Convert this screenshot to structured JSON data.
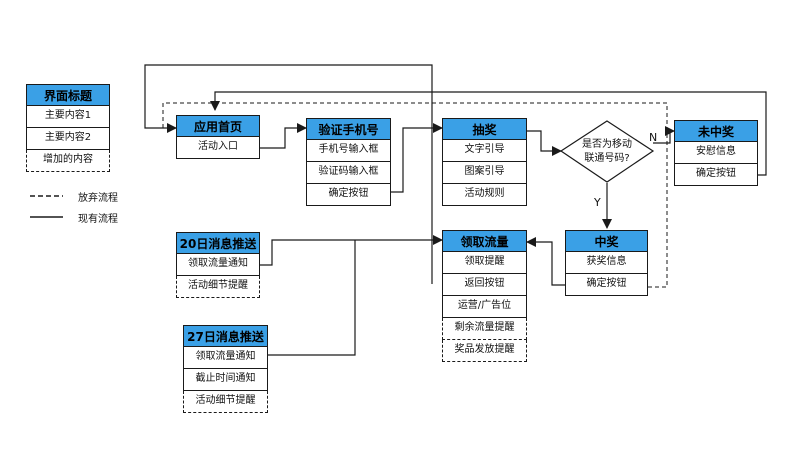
{
  "legend_box": {
    "title": "界面标题",
    "rows": [
      "主要内容1",
      "主要内容2"
    ],
    "added": "增加的内容"
  },
  "legend": {
    "dashed": "放弃流程",
    "solid": "现有流程"
  },
  "home": {
    "title": "应用首页",
    "rows": [
      "活动入口"
    ]
  },
  "verify": {
    "title": "验证手机号",
    "rows": [
      "手机号输入框",
      "验证码输入框",
      "确定按钮"
    ]
  },
  "lottery": {
    "title": "抽奖",
    "rows": [
      "文字引导",
      "图案引导",
      "活动规则"
    ]
  },
  "decision": {
    "line1": "是否为移动",
    "line2": "联通号码?",
    "yes": "Y",
    "no": "N"
  },
  "lose": {
    "title": "未中奖",
    "rows": [
      "安慰信息",
      "确定按钮"
    ]
  },
  "win": {
    "title": "中奖",
    "rows": [
      "获奖信息",
      "确定按钮"
    ]
  },
  "claim": {
    "title": "领取流量",
    "rows": [
      "领取提醒",
      "返回按钮",
      "运营/广告位"
    ],
    "added": [
      "剩余流量提醒",
      "奖品发放提醒"
    ]
  },
  "push20": {
    "title": "20日消息推送",
    "rows": [
      "领取流量通知"
    ],
    "added": [
      "活动细节提醒"
    ]
  },
  "push27": {
    "title": "27日消息推送",
    "rows": [
      "领取流量通知",
      "截止时间通知"
    ],
    "added": [
      "活动细节提醒"
    ]
  },
  "colors": {
    "header": "#3aa0e6",
    "line": "#1a1a1a"
  }
}
